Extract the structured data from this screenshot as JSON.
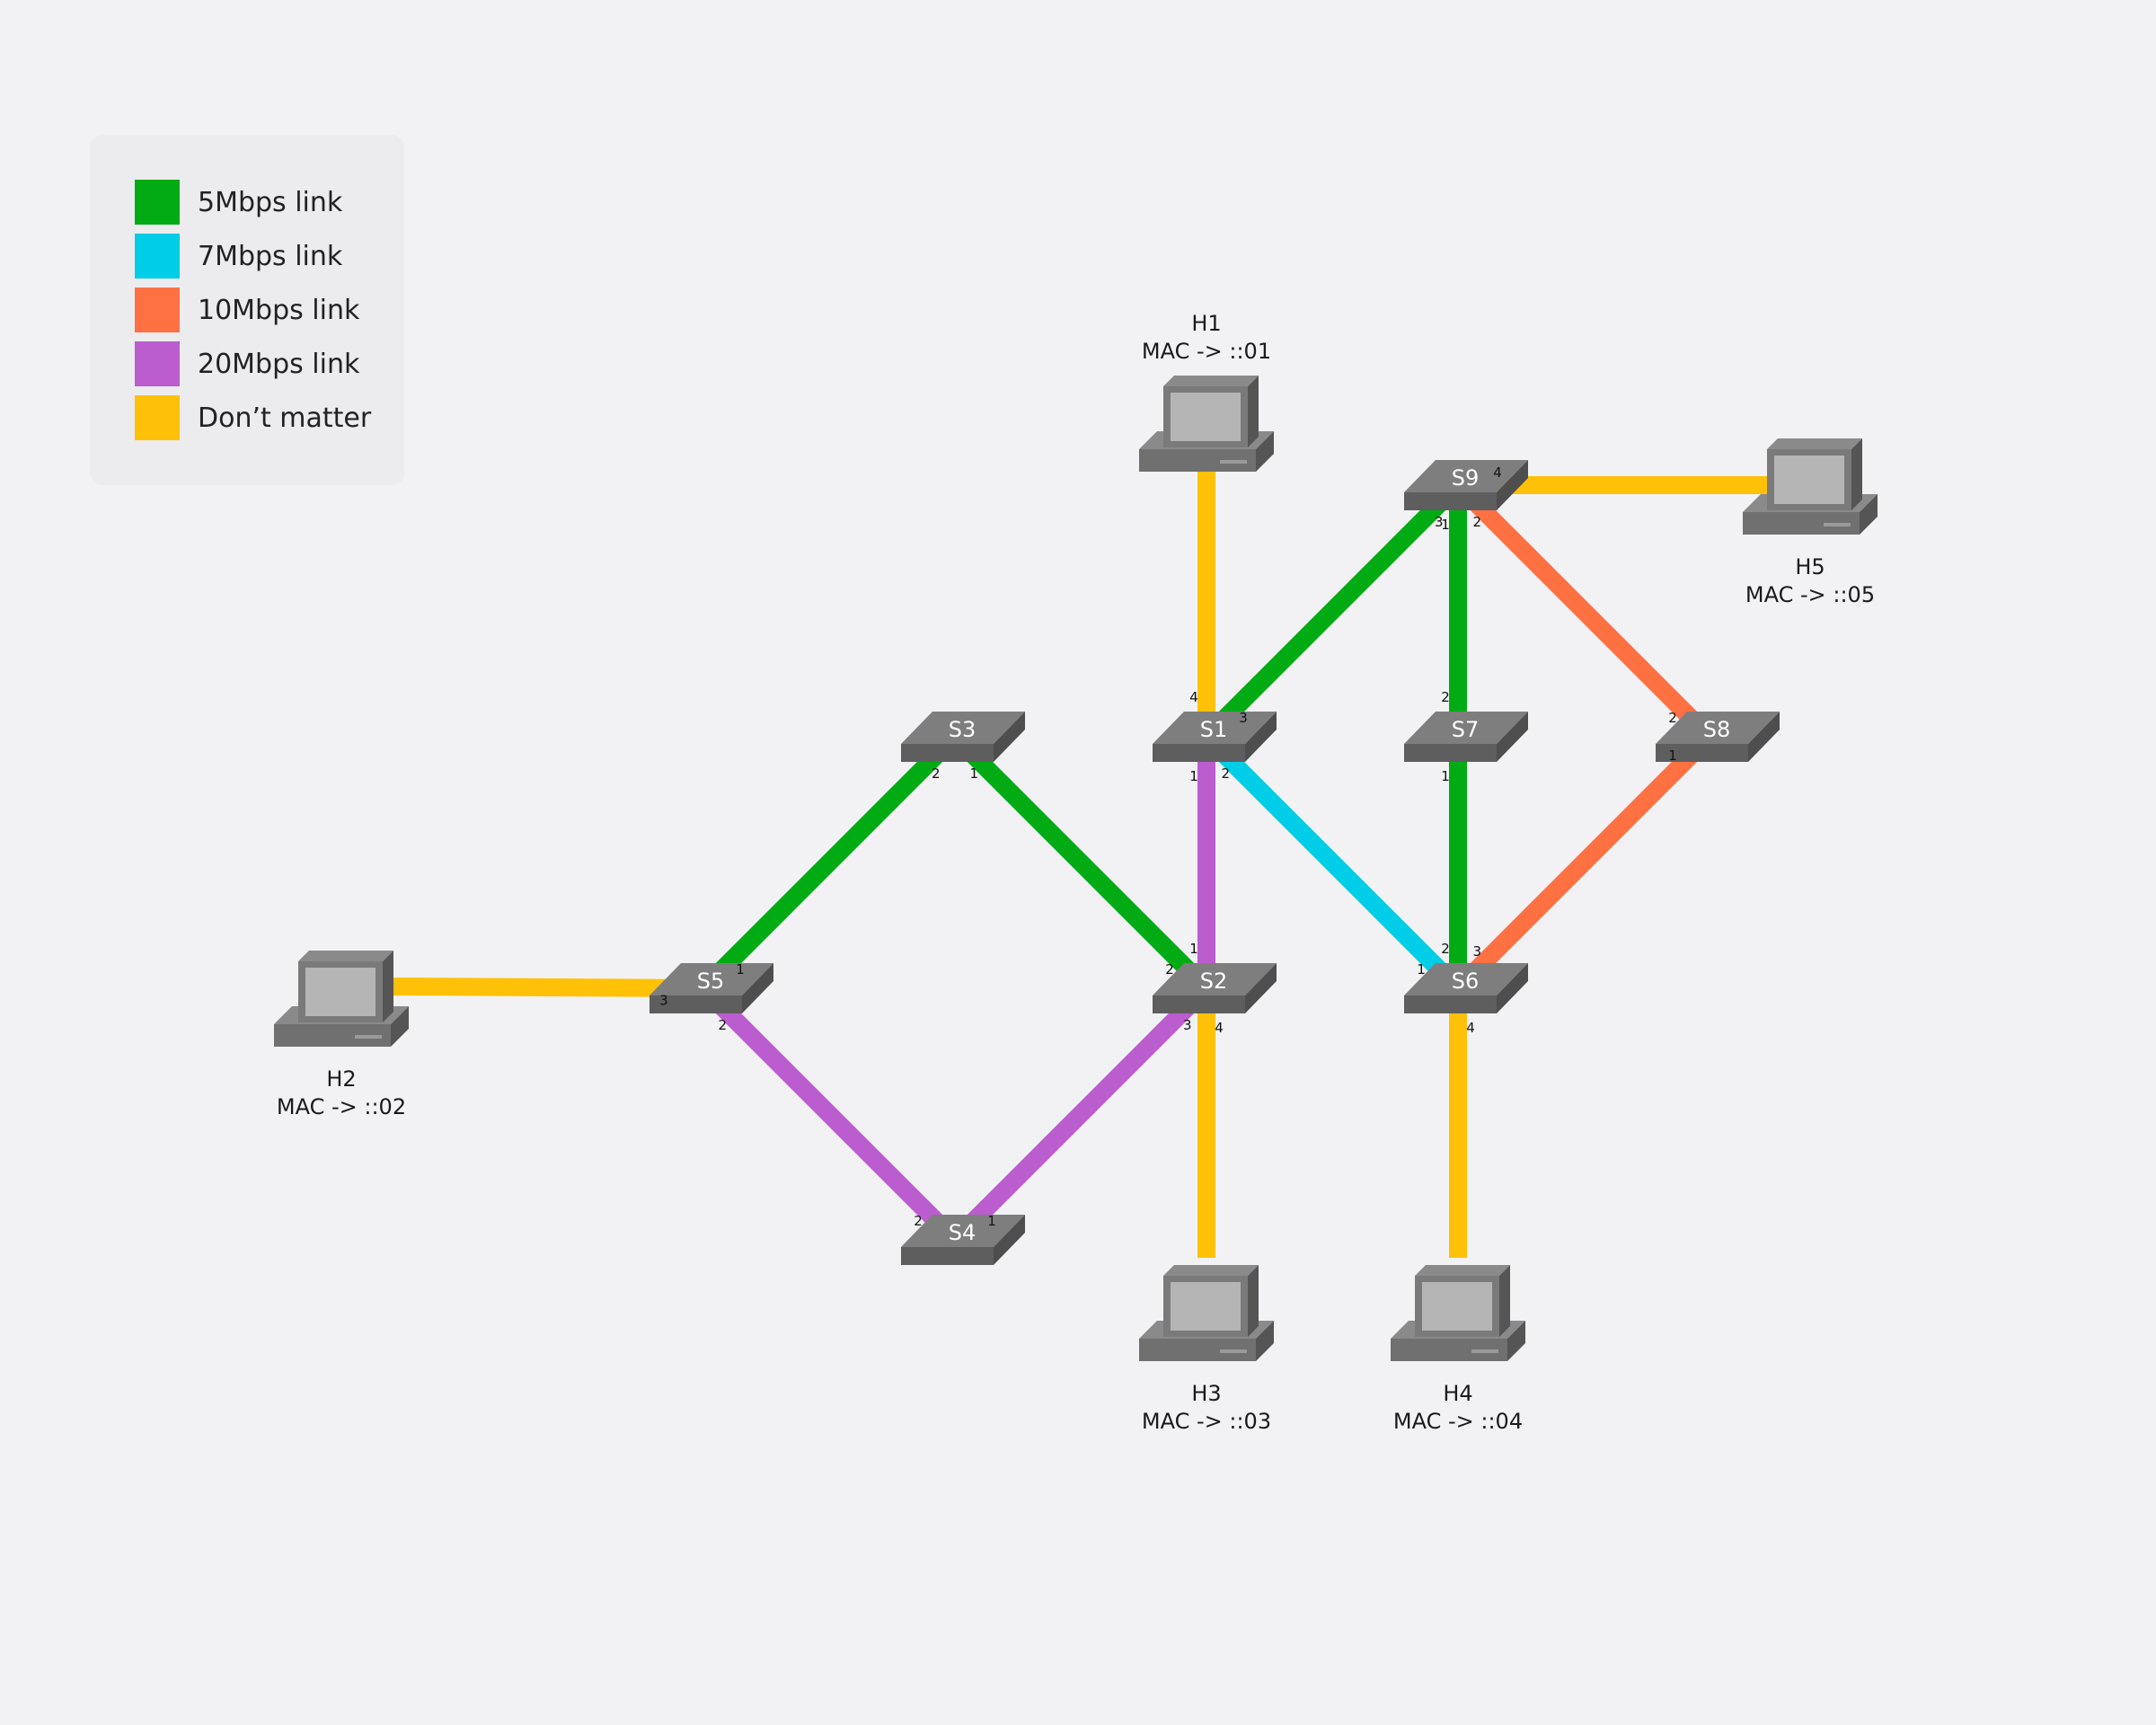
{
  "legend": [
    {
      "label": "5Mbps link",
      "color": "#00ab14"
    },
    {
      "label": "7Mbps link",
      "color": "#00cde6"
    },
    {
      "label": "10Mbps link",
      "color": "#ff7043"
    },
    {
      "label": "20Mbps link",
      "color": "#bb5ccf"
    },
    {
      "label": "Don’t matter",
      "color": "#ffc107"
    }
  ],
  "colors": {
    "switch_top": "#7e7e7e",
    "switch_front": "#5e5e5e",
    "switch_side": "#4e4e4e",
    "screen": "#b5b5b5",
    "host_body": "#707070"
  },
  "switches": [
    "S1",
    "S2",
    "S3",
    "S4",
    "S5",
    "S6",
    "S7",
    "S8",
    "S9"
  ],
  "hosts": [
    {
      "name": "H1",
      "mac": "MAC -> ::01"
    },
    {
      "name": "H2",
      "mac": "MAC -> ::02"
    },
    {
      "name": "H3",
      "mac": "MAC -> ::03"
    },
    {
      "name": "H4",
      "mac": "MAC -> ::04"
    },
    {
      "name": "H5",
      "mac": "MAC -> ::05"
    }
  ],
  "links": [
    {
      "a": "S5",
      "b": "S3",
      "speed": "5Mbps link",
      "port_a": "1",
      "port_b": "2"
    },
    {
      "a": "S3",
      "b": "S2",
      "speed": "5Mbps link",
      "port_a": "1",
      "port_b": "2"
    },
    {
      "a": "S1",
      "b": "S9",
      "speed": "5Mbps link",
      "port_a": "3",
      "port_b": "3"
    },
    {
      "a": "S9",
      "b": "S7",
      "speed": "5Mbps link",
      "port_a": "1",
      "port_b": "2"
    },
    {
      "a": "S7",
      "b": "S6",
      "speed": "5Mbps link",
      "port_a": "1",
      "port_b": "2"
    },
    {
      "a": "S1",
      "b": "S6",
      "speed": "7Mbps link",
      "port_a": "2",
      "port_b": "1"
    },
    {
      "a": "S9",
      "b": "S8",
      "speed": "10Mbps link",
      "port_a": "2",
      "port_b": "2"
    },
    {
      "a": "S8",
      "b": "S6",
      "speed": "10Mbps link",
      "port_a": "1",
      "port_b": "3"
    },
    {
      "a": "S1",
      "b": "S2",
      "speed": "20Mbps link",
      "port_a": "1",
      "port_b": "1"
    },
    {
      "a": "S5",
      "b": "S4",
      "speed": "20Mbps link",
      "port_a": "2",
      "port_b": "2"
    },
    {
      "a": "S4",
      "b": "S2",
      "speed": "20Mbps link",
      "port_a": "1",
      "port_b": "3"
    },
    {
      "a": "H1",
      "b": "S1",
      "speed": "Don’t matter",
      "port_a": "",
      "port_b": "4"
    },
    {
      "a": "H2",
      "b": "S5",
      "speed": "Don’t matter",
      "port_a": "",
      "port_b": "3"
    },
    {
      "a": "H3",
      "b": "S2",
      "speed": "Don’t matter",
      "port_a": "",
      "port_b": "4"
    },
    {
      "a": "H4",
      "b": "S6",
      "speed": "Don’t matter",
      "port_a": "",
      "port_b": "4"
    },
    {
      "a": "H5",
      "b": "S9",
      "speed": "Don’t matter",
      "port_a": "",
      "port_b": "4"
    }
  ]
}
